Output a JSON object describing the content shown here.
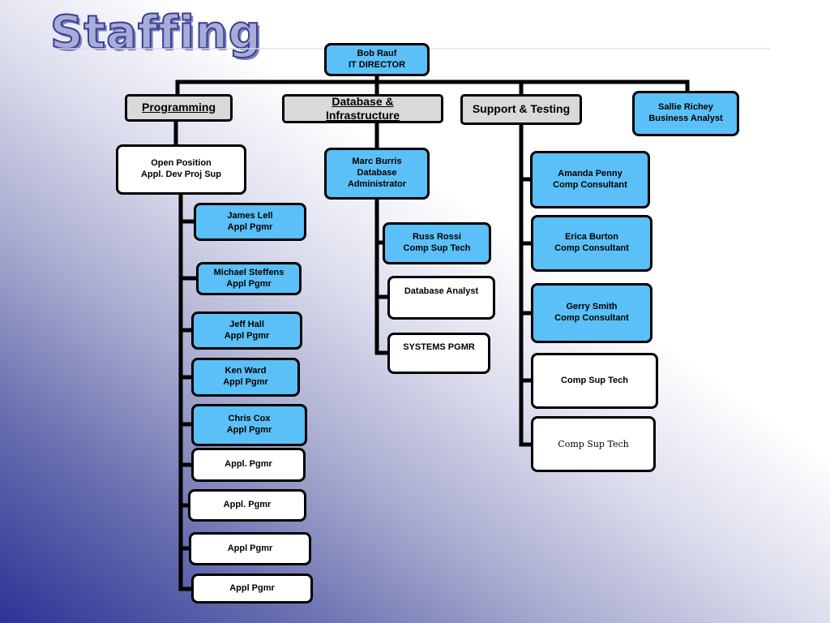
{
  "title": "Staffing",
  "director": "Bob Rauf\nIT DIRECTOR",
  "departments": {
    "programming": "Programming",
    "database": "Database &\nInfrastructure",
    "support": "Support & Testing",
    "analyst": "Sallie Richey\nBusiness Analyst"
  },
  "programming_staff": {
    "lead": "Open Position\nAppl. Dev Proj Sup",
    "members": [
      "James Lell\nAppl Pgmr",
      "Michael Steffens\nAppl Pgmr",
      "Jeff Hall\nAppl Pgmr",
      "Ken Ward\nAppl Pgmr",
      "Chris Cox\nAppl Pgmr",
      "Appl. Pgmr",
      "Appl. Pgmr",
      "Appl  Pgmr",
      "Appl Pgmr"
    ]
  },
  "database_staff": {
    "lead": "Marc Burris\nDatabase\nAdministrator",
    "members": [
      "Russ Rossi\nComp Sup  Tech",
      "Database Analyst",
      "SYSTEMS PGMR"
    ]
  },
  "support_staff": {
    "members": [
      "Amanda Penny\nComp Consultant",
      "Erica Burton\nComp Consultant",
      "Gerry Smith\nComp Consultant",
      "Comp Sup  Tech",
      "Comp Sup  Tech"
    ]
  },
  "colors": {
    "filled_box": "#5bc0f7",
    "open_box": "#ffffff",
    "department_box": "#d9d9d9",
    "connector": "#000000"
  }
}
